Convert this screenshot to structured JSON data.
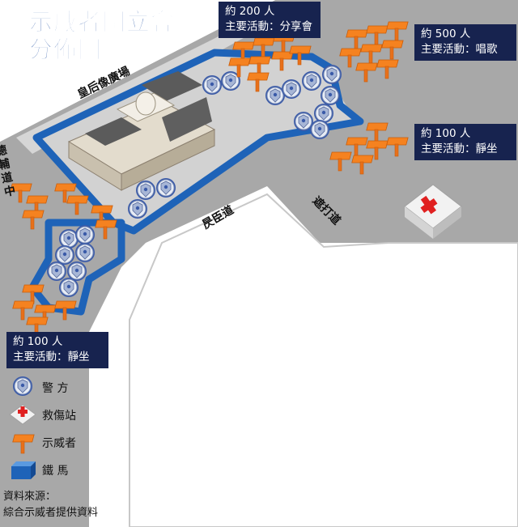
{
  "title": {
    "line1": "示威者圍立會",
    "line2": "分佈圖"
  },
  "callouts": [
    {
      "id": "north",
      "count": "約 200 人",
      "activity": "主要活動：分享會"
    },
    {
      "id": "east",
      "count": "約 500 人",
      "activity": "主要活動：唱歌"
    },
    {
      "id": "southeast",
      "count": "約 100 人",
      "activity": "主要活動：靜坐"
    },
    {
      "id": "west",
      "count": "約 100 人",
      "activity": "主要活動：靜坐"
    }
  ],
  "roads": {
    "statue_square": "皇后像廣場",
    "des_voeux": "德輔道中",
    "jackson": "昃臣道",
    "chater": "遮打道"
  },
  "legend": [
    {
      "icon": "police-badge-icon",
      "label": "警 方"
    },
    {
      "icon": "first-aid-icon",
      "label": "救傷站"
    },
    {
      "icon": "protester-sign-icon",
      "label": "示威者"
    },
    {
      "icon": "barrier-icon",
      "label": "鐵 馬"
    }
  ],
  "source": {
    "line1": "資料來源：",
    "line2": "綜合示威者提供資料"
  },
  "colors": {
    "barrier": "#1e63b8",
    "protester": "#f07a1a",
    "police": "#b9c6de",
    "callout": "#17234f",
    "road": "#a9a9a9",
    "first_aid": "#e02020"
  }
}
